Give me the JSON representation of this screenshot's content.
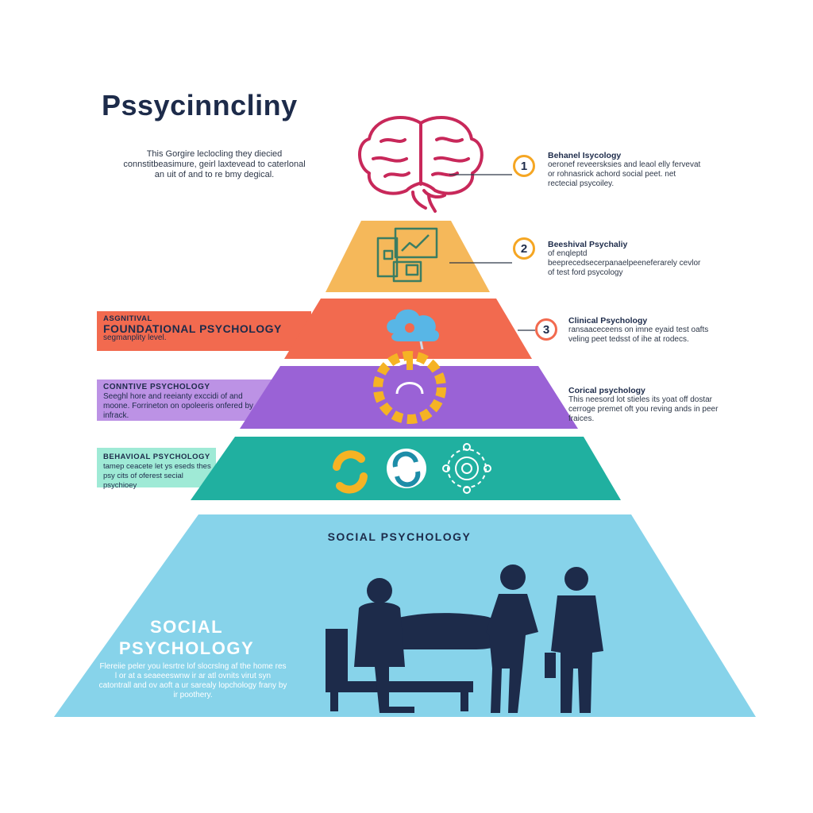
{
  "title": "Pssycinncliny",
  "intro": "This Gorgire leclocling they diecied connstitbeasimure, geirl laxtevead to caterlonal an uit of and to re bmy degical.",
  "colors": {
    "orange": "#f5b85a",
    "red": "#f26a4f",
    "purple": "#9a62d6",
    "teal": "#20b0a0",
    "lightblue": "#87d3ea",
    "navy": "#1d2b4a",
    "brain": "#c8285a",
    "gear": "#f5b324"
  },
  "callouts": [
    {
      "number": "1",
      "title": "Behanel Isycology",
      "text": "oeronef reveersksies and leaol elly fervevat or rohnasrick achord social peet. net rectecial psycoiley."
    },
    {
      "number": "2",
      "title": "Beeshival Psychaliy",
      "text": "of enqleptd beeprecedsecerpanaelpeeneferarely cevlor of test ford psycology"
    },
    {
      "number": "3",
      "title": "Clinical Psychology",
      "text": "ransaaceceens on imne eyaid test oafts veling peet tedsst of ihe at rodecs."
    },
    {
      "number": "",
      "title": "Corical psychology",
      "text": "This neesord lot stieles its yoat off dostar cerroge premet oft you reving ands in peer fraices."
    }
  ],
  "left_labels": [
    {
      "prefix": "ASGNITIVAL",
      "title": "FOUNDATIONAL PSYCHOLOGY",
      "text": "segmanplity level."
    },
    {
      "title": "CONNTIVE PSYCHOLOGY",
      "text": "Seeghl hore and reeianty exccidi of and moone. Forrineton on opoleeris onfered by infrack."
    },
    {
      "title": "BEHAVIOAL PSYCHOLOGY",
      "text": "tamep ceacete let ys eseds thes psy cits of oferest secial psychioey"
    }
  ],
  "base": {
    "center_label": "SOCIAL PSYCHOLOGY",
    "big_label": "SOCIAL PSYCHOLOGY",
    "description": "Flereiie peler you lesrtre lof slocrslng af the home res l or at a seaeeeswnw ir ar atl ovnits virut syn catontrall and ov aoft a ur sarealy lopchology frany by ir poothery."
  },
  "icons": [
    "brain-icon",
    "dashboard-icon",
    "cloud-icon",
    "gear-icon",
    "cycle-arrows-icon",
    "recycle-circle-icon",
    "molecule-gear-icon",
    "therapy-session-icon"
  ]
}
